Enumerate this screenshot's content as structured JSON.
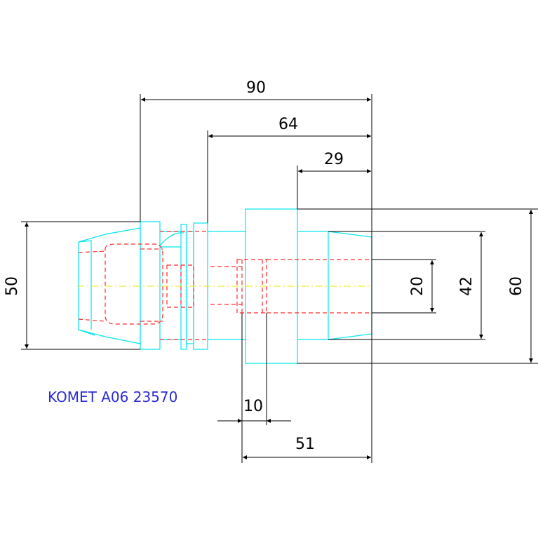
{
  "caption": {
    "text": "KOMET A06 23570",
    "color": "#2a2ad6"
  },
  "colors": {
    "outline": "#00e5f0",
    "hidden": "#ff2a2a",
    "dimension": "#000000",
    "axis": "#f2e600",
    "background": "#ffffff"
  },
  "dimensions": {
    "d90": "90",
    "d64": "64",
    "d29": "29",
    "d50": "50",
    "d20": "20",
    "d42": "42",
    "d60": "60",
    "d10": "10",
    "d51": "51"
  }
}
